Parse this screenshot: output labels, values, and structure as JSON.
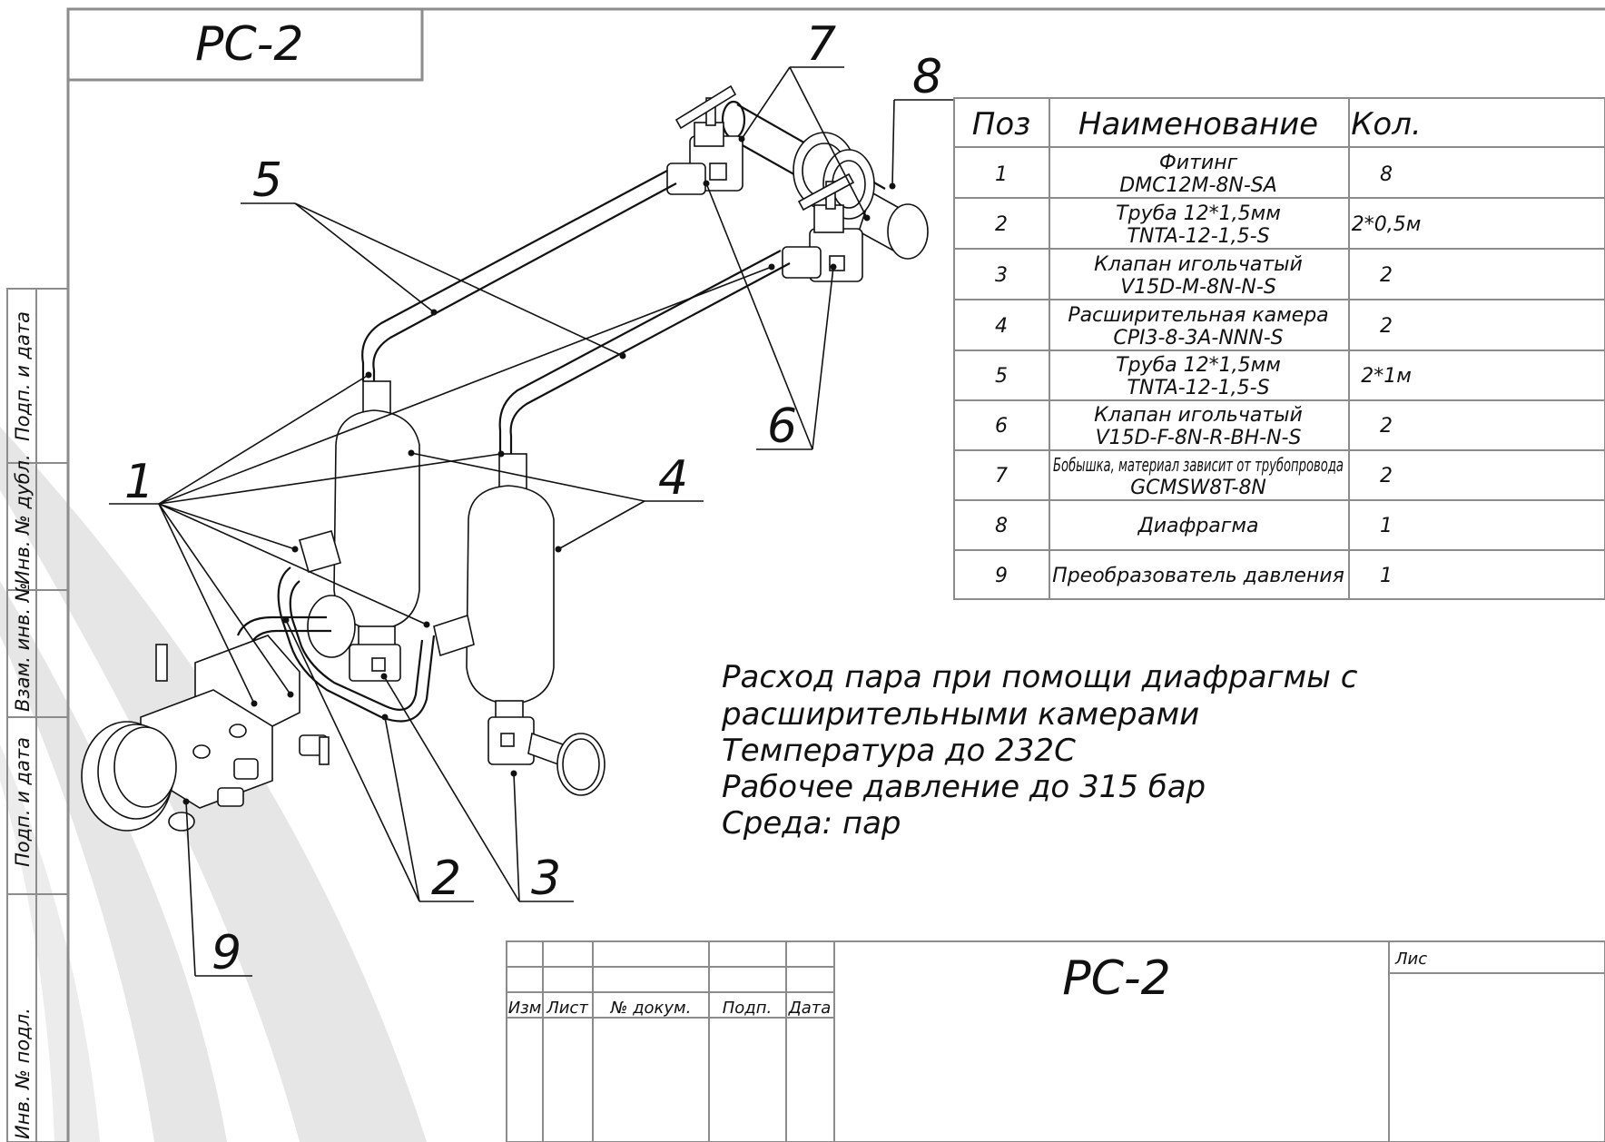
{
  "drawing": {
    "code": "PC-2",
    "title_block_code": "PC-2",
    "sheet_label": "Лис"
  },
  "spec_table": {
    "headers": {
      "pos": "Поз",
      "name": "Наименование",
      "qty": "Кол."
    },
    "rows": [
      {
        "pos": "1",
        "name_line1": "Фитинг",
        "name_line2": "DMC12M-8N-SA",
        "qty": "8"
      },
      {
        "pos": "2",
        "name_line1": "Труба 12*1,5мм",
        "name_line2": "TNTA-12-1,5-S",
        "qty": "2*0,5м"
      },
      {
        "pos": "3",
        "name_line1": "Клапан игольчатый",
        "name_line2": "V15D-M-8N-N-S",
        "qty": "2"
      },
      {
        "pos": "4",
        "name_line1": "Расширительная камера",
        "name_line2": "CPI3-8-3A-NNN-S",
        "qty": "2"
      },
      {
        "pos": "5",
        "name_line1": "Труба 12*1,5мм",
        "name_line2": "TNTA-12-1,5-S",
        "qty": "2*1м"
      },
      {
        "pos": "6",
        "name_line1": "Клапан игольчатый",
        "name_line2": "V15D-F-8N-R-BH-N-S",
        "qty": "2"
      },
      {
        "pos": "7",
        "name_line1": "Бобышка, материал зависит от трубопровода",
        "name_line2": "GCMSW8T-8N",
        "qty": "2"
      },
      {
        "pos": "8",
        "name_line1": "Диафрагма",
        "name_line2": "",
        "qty": "1"
      },
      {
        "pos": "9",
        "name_line1": "Преобразователь давления",
        "name_line2": "",
        "qty": "1"
      }
    ]
  },
  "callouts": [
    "1",
    "2",
    "3",
    "4",
    "5",
    "6",
    "7",
    "8",
    "9"
  ],
  "description": [
    "Расход пара при помощи диафрагмы с",
    "расширительными камерами",
    "Температура  до 232С",
    "Рабочее давление до 315 бар",
    "Среда: пар"
  ],
  "side_stamp": [
    "Подп. и дата",
    "Инв. № дубл.",
    "Взам. инв. №",
    "Подп. и дата",
    "Инв. № подл."
  ],
  "title_block": {
    "columns": [
      "Изм",
      "Лист",
      "№ докум.",
      "Подп.",
      "Дата"
    ]
  },
  "colors": {
    "frame": "#8c8c8c",
    "ink": "#111111",
    "watermark": "#e6e6e6"
  }
}
